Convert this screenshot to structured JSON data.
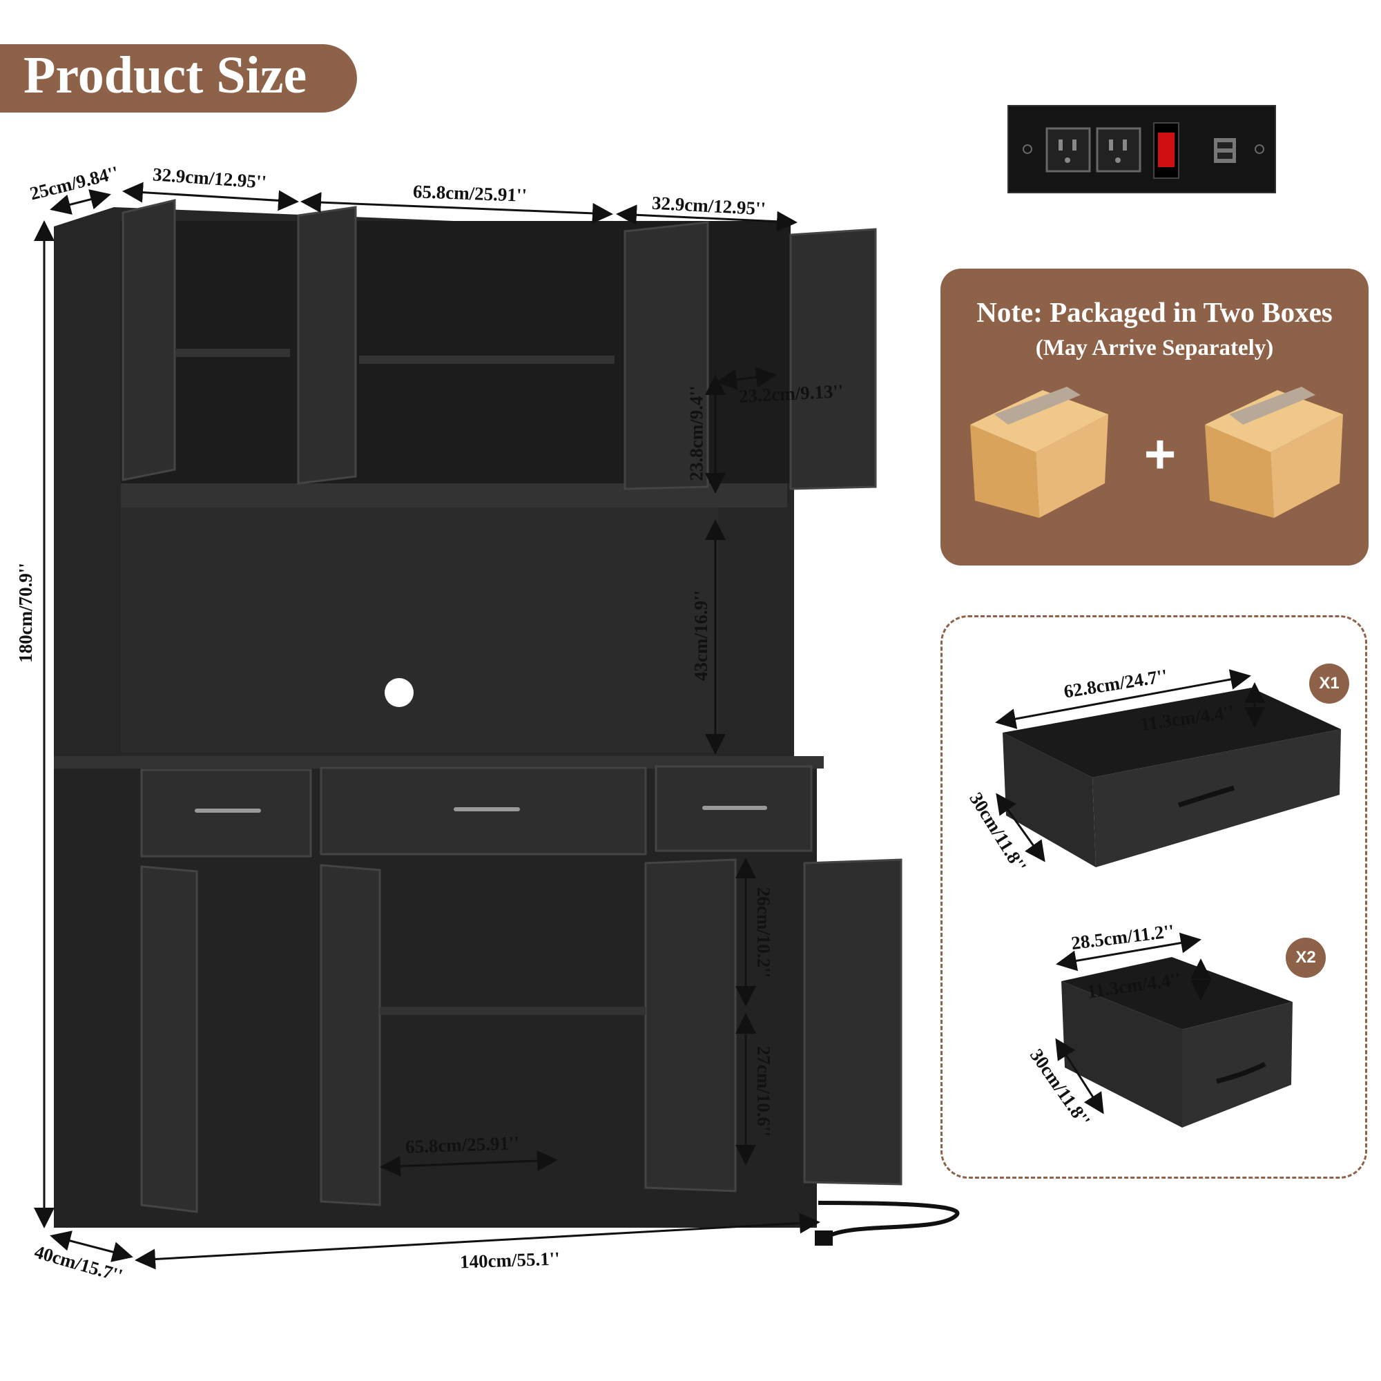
{
  "title": "Product Size",
  "colors": {
    "accent": "#8E6248",
    "cabinet": "#2a2a2a",
    "outlet_switch": "#d01010"
  },
  "dimensions": {
    "top_depth": "25cm/9.84''",
    "top_left_width": "32.9cm/12.95''",
    "top_center_width": "65.8cm/25.91''",
    "top_right_width": "32.9cm/12.95''",
    "total_height": "180cm/70.9''",
    "upper_shelf_depth": "23.2cm/9.13''",
    "upper_shelf_height": "23.8cm/9.4''",
    "open_shelf_height": "43cm/16.9''",
    "lower_upper_height": "26cm/10.2''",
    "lower_lower_height": "27cm/10.6''",
    "lower_center_width": "65.8cm/25.91''",
    "total_width": "140cm/55.1''",
    "base_depth": "40cm/15.7''"
  },
  "note": {
    "title": "Note: Packaged in Two Boxes",
    "subtitle": "(May Arrive Separately)",
    "plus": "+"
  },
  "drawers": [
    {
      "quantity": "X1",
      "width": "62.8cm/24.7''",
      "height": "11.3cm/4.4''",
      "depth": "30cm/11.8''"
    },
    {
      "quantity": "X2",
      "width": "28.5cm/11.2''",
      "height": "11.3cm/4.4''",
      "depth": "30cm/11.8''"
    }
  ],
  "icons": [
    "power-outlet-icon",
    "usb-port-icon",
    "power-switch-icon",
    "cardboard-box-icon",
    "power-plug-icon"
  ]
}
